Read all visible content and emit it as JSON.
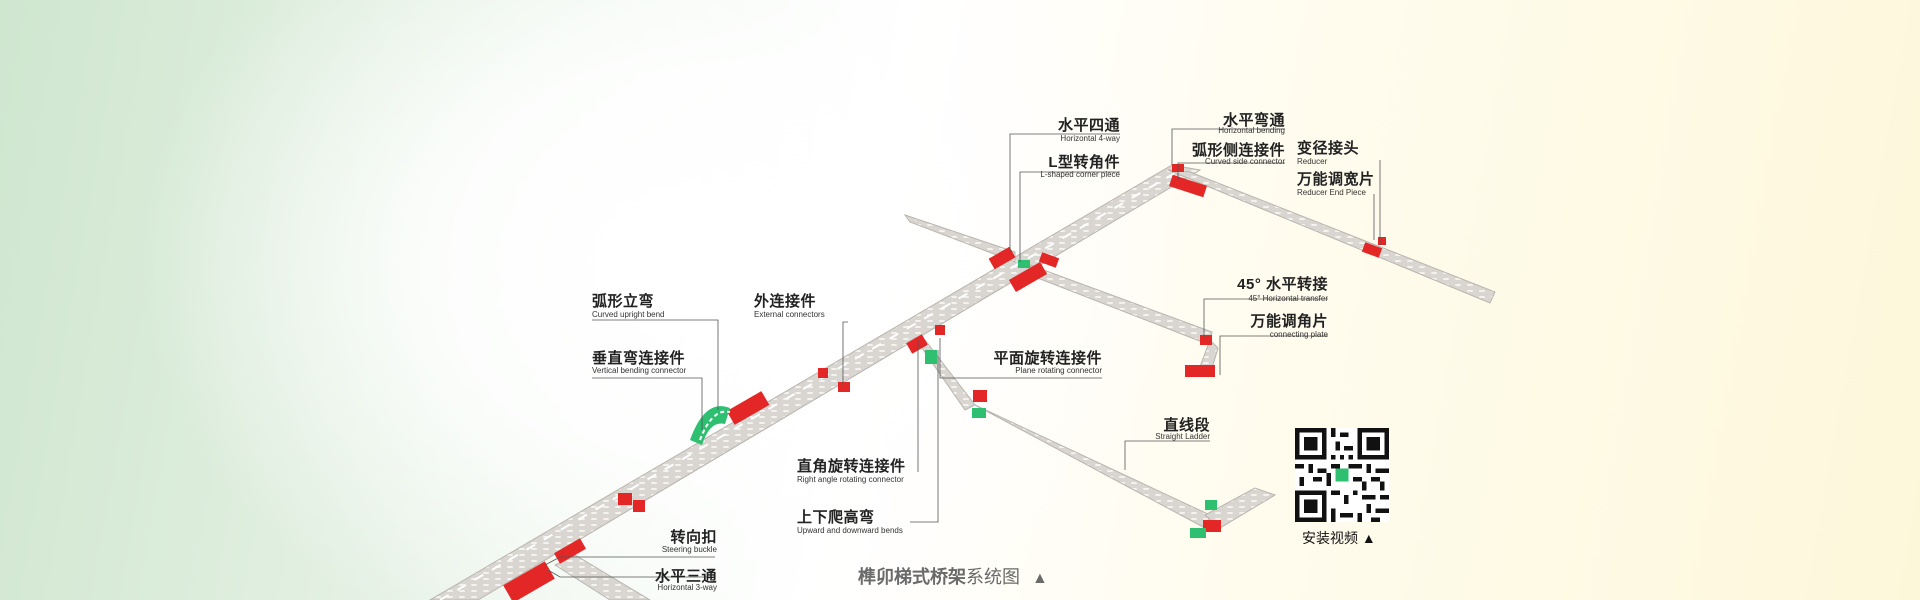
{
  "labels": [
    {
      "id": "horizontal-4-way",
      "cn": "水平四通",
      "en": "Horizontal 4-way"
    },
    {
      "id": "l-corner",
      "cn": "L型转角件",
      "en": "L-shaped corner piece"
    },
    {
      "id": "horizontal-bending",
      "cn": "水平弯通",
      "en": "Horizontal bending"
    },
    {
      "id": "curved-side-connector",
      "cn": "弧形侧连接件",
      "en": "Curved side connector"
    },
    {
      "id": "reducer",
      "cn": "变径接头",
      "en": "Reducer"
    },
    {
      "id": "reducer-end-piece",
      "cn": "万能调宽片",
      "en": "Reducer End Piece"
    },
    {
      "id": "horizontal-transfer",
      "cn": "45° 水平转接",
      "en": "45°  Horizontal transfer"
    },
    {
      "id": "connecting-plate",
      "cn": "万能调角片",
      "en": "connecting plate"
    },
    {
      "id": "curved-upright-bend",
      "cn": "弧形立弯",
      "en": "Curved upright bend"
    },
    {
      "id": "external-connectors",
      "cn": "外连接件",
      "en": "External connectors"
    },
    {
      "id": "vertical-bending-connector",
      "cn": "垂直弯连接件",
      "en": "Vertical bending connector"
    },
    {
      "id": "plane-rotating-connector",
      "cn": "平面旋转连接件",
      "en": "Plane rotating connector"
    },
    {
      "id": "straight-ladder",
      "cn": "直线段",
      "en": "Straight Ladder"
    },
    {
      "id": "right-angle-rotating-connector",
      "cn": "直角旋转连接件",
      "en": "Right angle rotating connector"
    },
    {
      "id": "upward-downward-bends",
      "cn": "上下爬高弯",
      "en": "Upward and downward bends"
    },
    {
      "id": "steering-buckle",
      "cn": "转向扣",
      "en": "Steering buckle"
    },
    {
      "id": "horizontal-3-way",
      "cn": "水平三通",
      "en": "Horizontal 3-way"
    }
  ],
  "caption": {
    "bold": "榫卯梯式桥架",
    "light": "系统图",
    "marker": "▲"
  },
  "qr": {
    "label": "安装视频 ▲"
  },
  "colors": {
    "tray": "#d9d6d2",
    "rung": "#ffffff",
    "connector_red": "#e32626",
    "connector_green": "#2fbf71",
    "leader": "#555555"
  }
}
